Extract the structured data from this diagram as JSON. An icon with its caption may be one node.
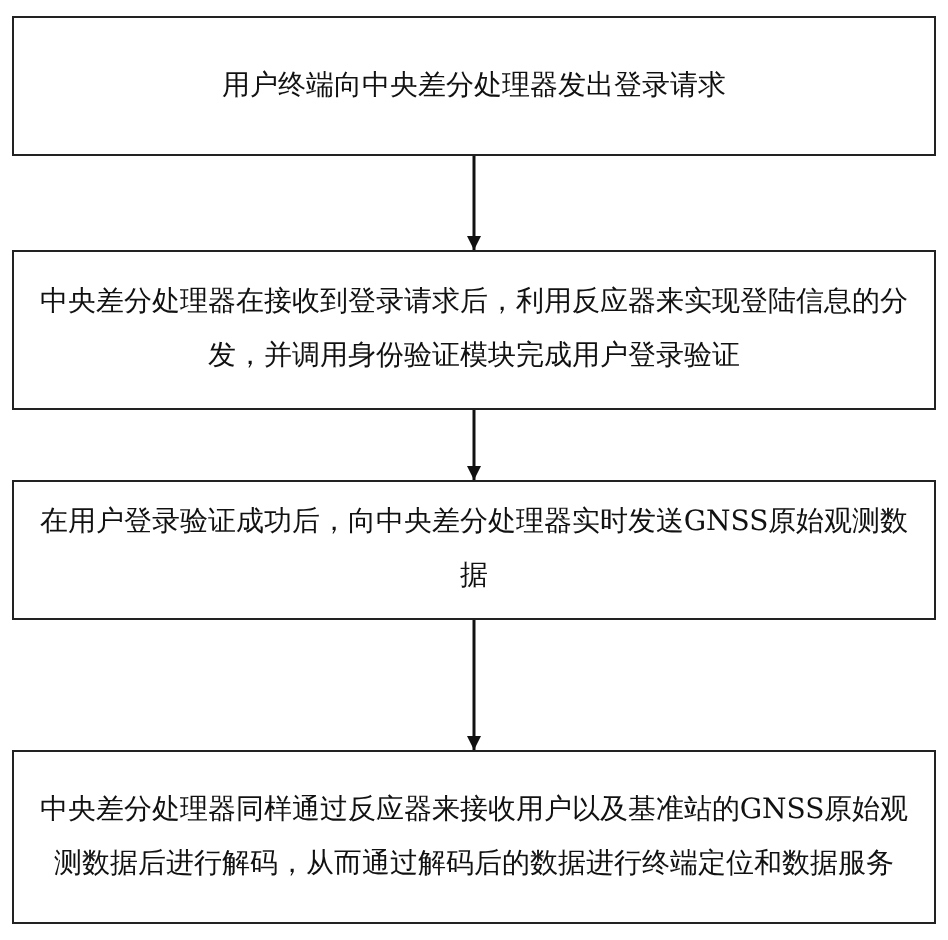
{
  "diagram": {
    "nodes": [
      {
        "text": [
          "用户终端向中央差分处理器发出登录请求"
        ]
      },
      {
        "text": [
          "中央差分处理器在接收到登录请求后，利用反应器来实现登陆信息的分发，并调用身份验证模块完成用户登录验证"
        ]
      },
      {
        "text": [
          "在用户登录验证成功后，向中央差分处理器实时发送GNSS原始观测数据"
        ]
      },
      {
        "text": [
          "中央差分处理器同样通过反应器来接收用户以及基准站的GNSS原始观测数据后进行解码，从而通过解码后的数据进行终端定位和数据服务"
        ]
      }
    ],
    "edges": [
      {
        "from": 0,
        "to": 1,
        "arrow": "to"
      },
      {
        "from": 1,
        "to": 2,
        "arrow": "to"
      },
      {
        "from": 2,
        "to": 3,
        "arrow": "to"
      }
    ]
  }
}
